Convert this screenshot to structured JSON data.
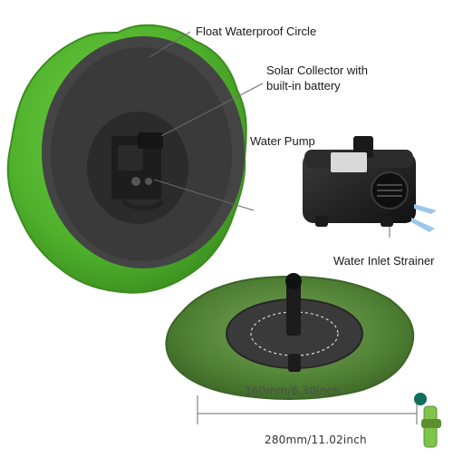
{
  "callouts": {
    "float_circle": "Float Waterproof Circle",
    "solar_collector_line1": "Solar Collector with",
    "solar_collector_line2": "built-in battery",
    "water_pump": "Water Pump",
    "water_inlet": "Water Inlet Strainer"
  },
  "dimensions": {
    "panel": "160mm/6.30inch",
    "overall": "280mm/11.02inch"
  },
  "colors": {
    "leaf_green": "#5fbf3a",
    "leaf_dark": "#3e8f22",
    "panel_dark": "#3a3a3a",
    "pump_black": "#1f1f1f",
    "airflow_blue": "#9cc7ea"
  }
}
